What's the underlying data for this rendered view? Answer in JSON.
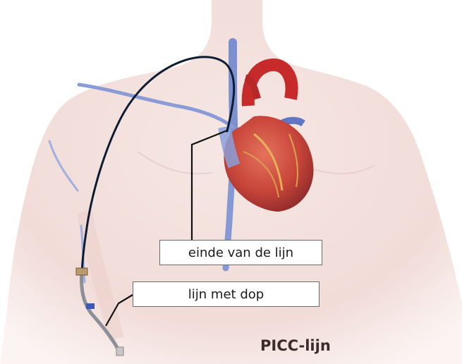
{
  "diagram": {
    "title": "PICC-lijn",
    "labels": {
      "line_end": "einde van de lijn",
      "line_with_cap": "lijn met dop"
    }
  }
}
